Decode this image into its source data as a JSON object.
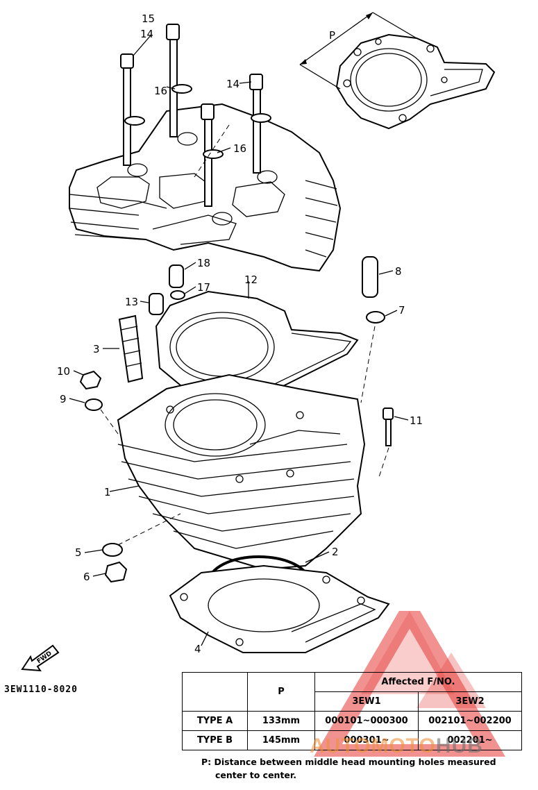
{
  "callouts": {
    "c15": "15",
    "c14a": "14",
    "c14b": "14",
    "c16a": "16",
    "c16b": "16",
    "c18": "18",
    "c17": "17",
    "c12": "12",
    "c13": "13",
    "c8": "8",
    "c7": "7",
    "c3": "3",
    "c10": "10",
    "c9": "9",
    "c11": "11",
    "c1": "1",
    "c2": "2",
    "c5": "5",
    "c6": "6",
    "c4": "4",
    "cP": "P"
  },
  "diagram_code": "3EW1110-8020",
  "forward_label": "FWD",
  "table": {
    "header_p": "P",
    "header_affected": "Affected F/NO.",
    "col_3ew1": "3EW1",
    "col_3ew2": "3EW2",
    "rows": [
      {
        "type": "TYPE A",
        "p": "133mm",
        "ew1": "000101~000300",
        "ew2": "002101~002200"
      },
      {
        "type": "TYPE B",
        "p": "145mm",
        "ew1": "000301~",
        "ew2": "002201~"
      }
    ]
  },
  "note": {
    "line1": "P: Distance between middle head mounting holes measured",
    "line2": "center to center."
  },
  "watermark": {
    "part1": "AUTOMOTO",
    "part2": "HUB",
    "color_red": "#e53935",
    "color_orange": "#ec913c",
    "color_gray": "#6e6e6e"
  }
}
